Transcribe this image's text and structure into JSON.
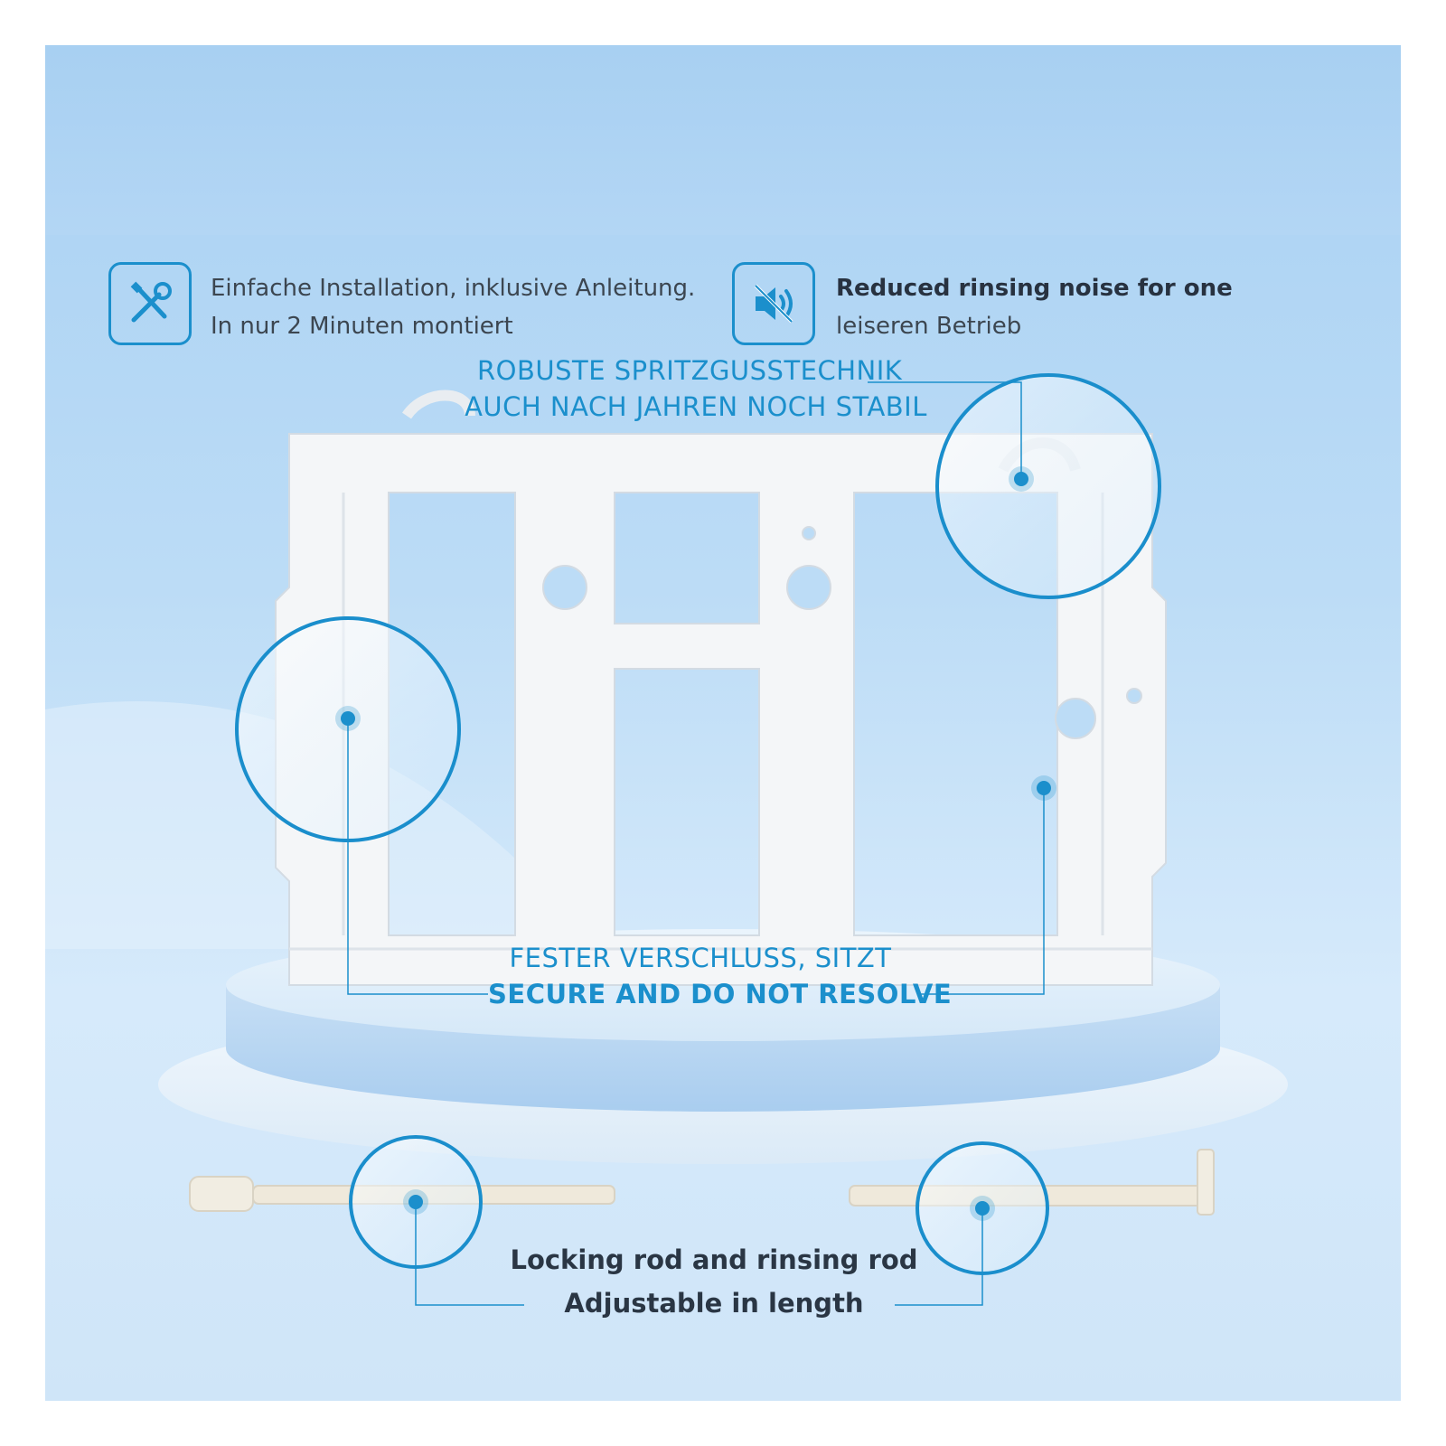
{
  "features": [
    {
      "icon": "tools-icon",
      "lines": [
        "Einfache Installation, inklusive Anleitung.",
        "In nur 2 Minuten montiert"
      ]
    },
    {
      "icon": "speaker-muted-icon",
      "lines": [
        "Reduced rinsing noise for one",
        "leiseren Betrieb"
      ]
    }
  ],
  "callouts": {
    "top": [
      "ROBUSTE SPRITZGUSSTECHNIK",
      "AUCH NACH JAHREN NOCH STABIL"
    ],
    "middle": [
      "FESTER VERSCHLUSS, SITZT",
      "SECURE AND DO NOT RESOLVE"
    ],
    "bottom": [
      "Locking rod and rinsing rod",
      "Adjustable in length"
    ]
  },
  "colors": {
    "accent": "#1b8fcc",
    "text_dark": "#2a3644",
    "background": "#bcdcf6",
    "frame": "#f4f6f8"
  }
}
